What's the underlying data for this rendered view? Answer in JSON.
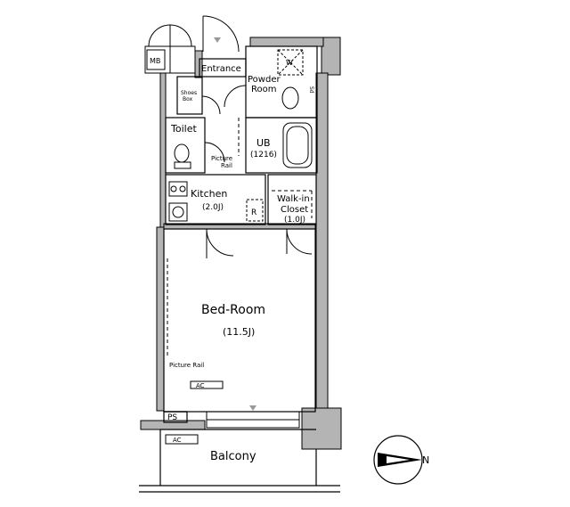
{
  "rooms": {
    "entrance": "Entrance",
    "powder_room_line1": "Powder",
    "powder_room_line2": "Room",
    "shoes_box_line1": "Shoes",
    "shoes_box_line2": "Box",
    "toilet": "Toilet",
    "ub_line1": "UB",
    "ub_line2": "(1216)",
    "picture_rail_line1": "Picture",
    "picture_rail_line2": "Rail",
    "kitchen_line1": "Kitchen",
    "kitchen_line2": "(2.0J)",
    "fridge": "R",
    "walkin_line1": "Walk-in",
    "walkin_line2": "Closet",
    "walkin_line3": "(1.0J)",
    "bedroom_line1": "Bed-Room",
    "bedroom_line2": "(11.5J)",
    "bedroom_picture_rail": "Picture Rail",
    "ac_room": "AC",
    "ps": "PS",
    "ac_balcony": "AC",
    "balcony": "Balcony",
    "mb": "MB",
    "washer": "W",
    "shelf": "Sd"
  },
  "compass": {
    "north": "N"
  },
  "colors": {
    "wall": "#b4b4b4",
    "line": "#000000",
    "background": "#ffffff"
  }
}
